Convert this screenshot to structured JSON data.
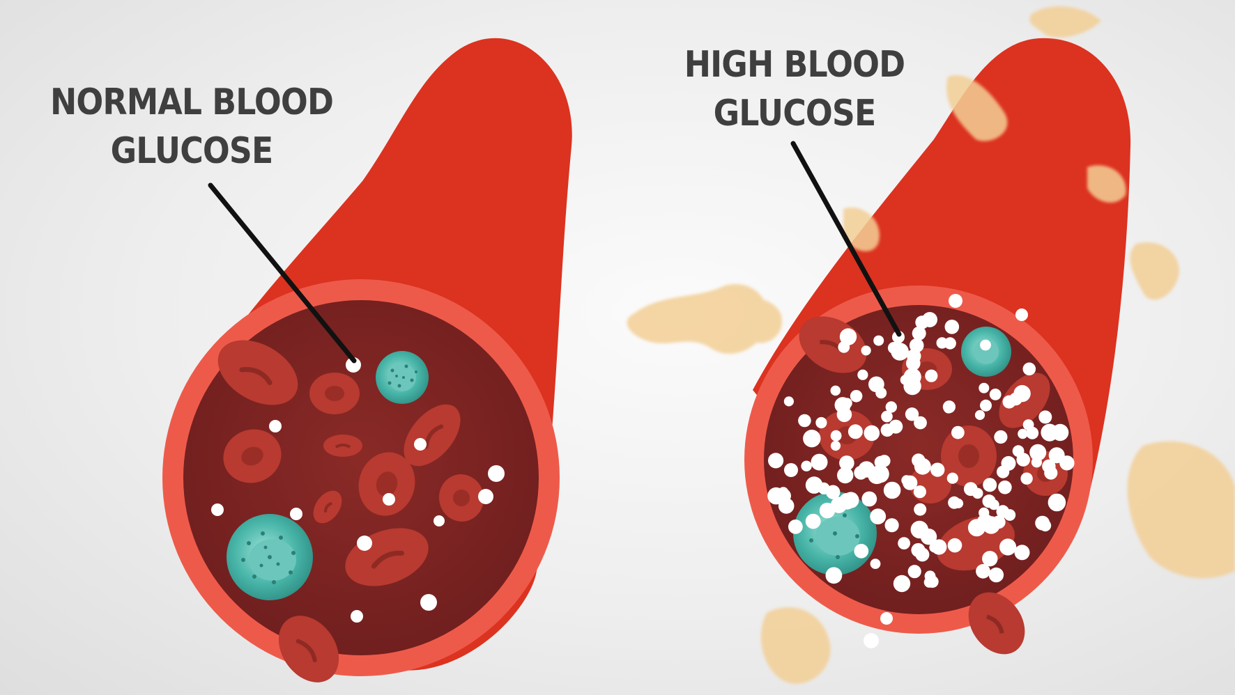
{
  "labels": {
    "normal": {
      "line1": "NORMAL BLOOD",
      "line2": "GLUCOSE"
    },
    "high": {
      "line1": "HIGH BLOOD",
      "line2": "GLUCOSE"
    }
  },
  "colors": {
    "vessel_outer": "#dc3220",
    "vessel_rim": "#ee5a4a",
    "lumen": "#7a2222",
    "red_cell": "#b83a30",
    "white_cell": "#3aa59a",
    "glucose": "#ffffff",
    "fat_blobs": "#f3cf95",
    "label_text": "#3f3f3f",
    "pointer_line": "#111111"
  },
  "icons": [
    "blood-vessel-normal",
    "blood-vessel-high",
    "red-blood-cell",
    "white-blood-cell",
    "glucose-particle"
  ]
}
